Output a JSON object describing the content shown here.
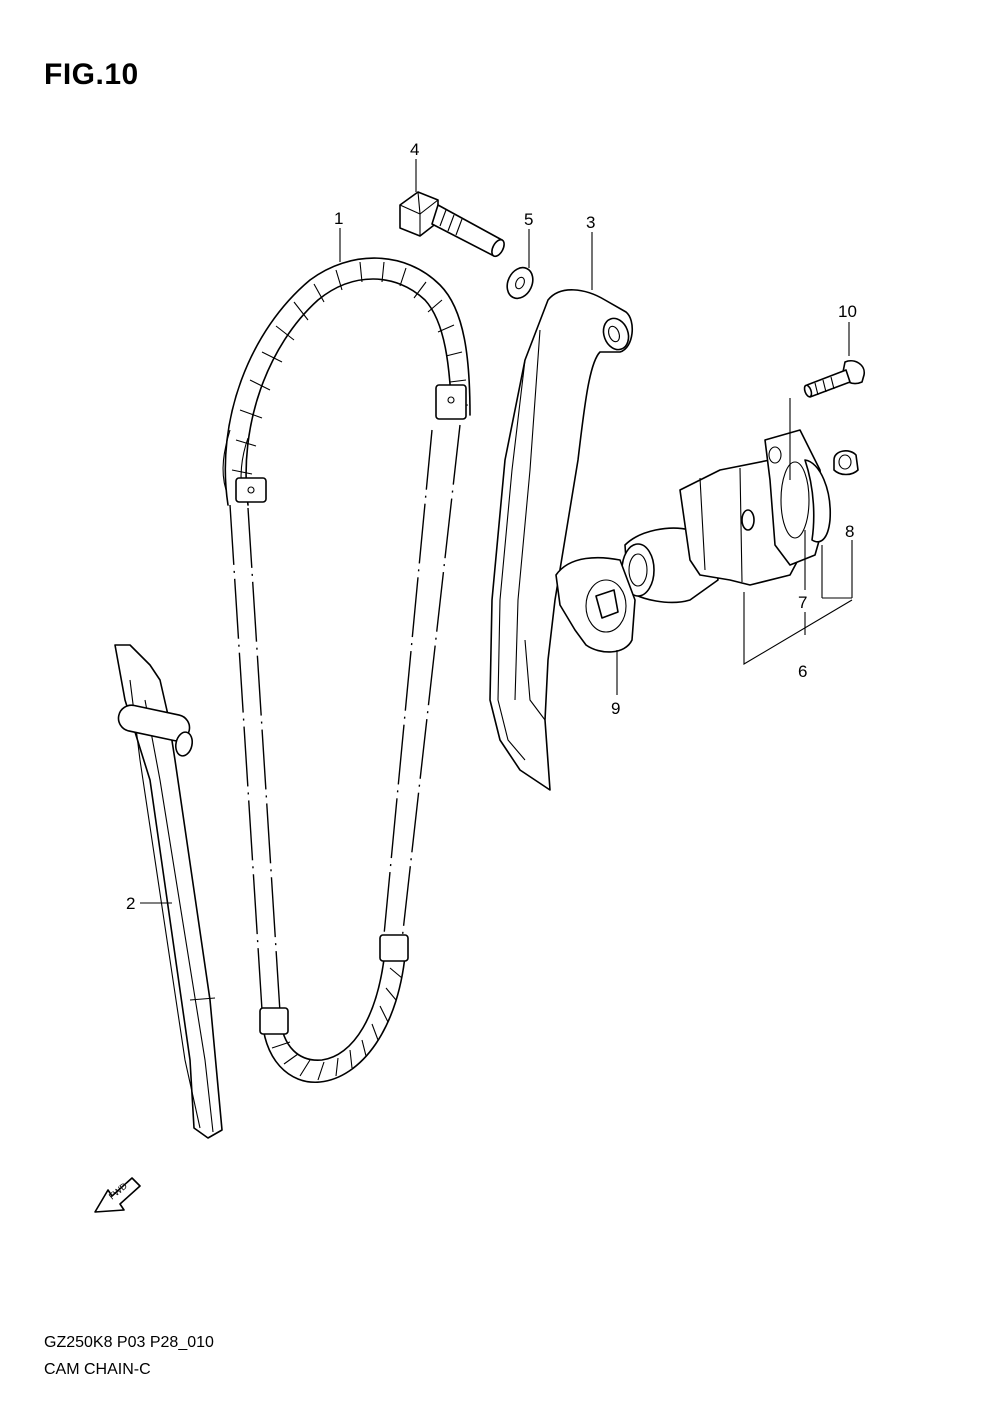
{
  "figure": {
    "title": "FIG.10"
  },
  "callouts": [
    "1",
    "2",
    "3",
    "4",
    "5",
    "6",
    "7",
    "8",
    "9",
    "10"
  ],
  "fwd_arrow": {
    "label": "FWD"
  },
  "footer": {
    "code": "GZ250K8 P03 P28_010",
    "name": "CAM CHAIN-C"
  }
}
